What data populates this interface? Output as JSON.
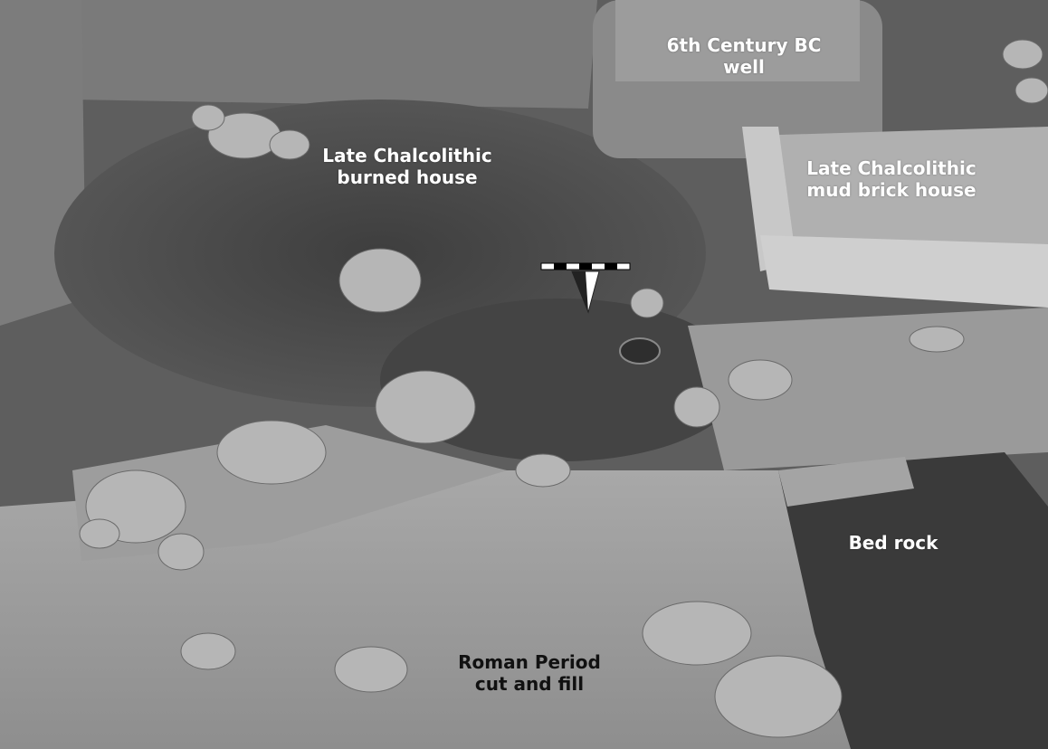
{
  "photo": {
    "description_free": true
  },
  "labels": {
    "well": {
      "line1": "6th Century BC",
      "line2": "well"
    },
    "burned_house": {
      "line1": "Late Chalcolithic",
      "line2": "burned house"
    },
    "mud_brick_house": {
      "line1": "Late Chalcolithic",
      "line2": "mud brick house"
    },
    "bed_rock": {
      "line1": "Bed rock"
    },
    "roman": {
      "line1": "Roman Period",
      "line2": "cut and fill"
    }
  },
  "colors": {
    "label_light": "#ffffff",
    "label_dark": "#111111"
  }
}
